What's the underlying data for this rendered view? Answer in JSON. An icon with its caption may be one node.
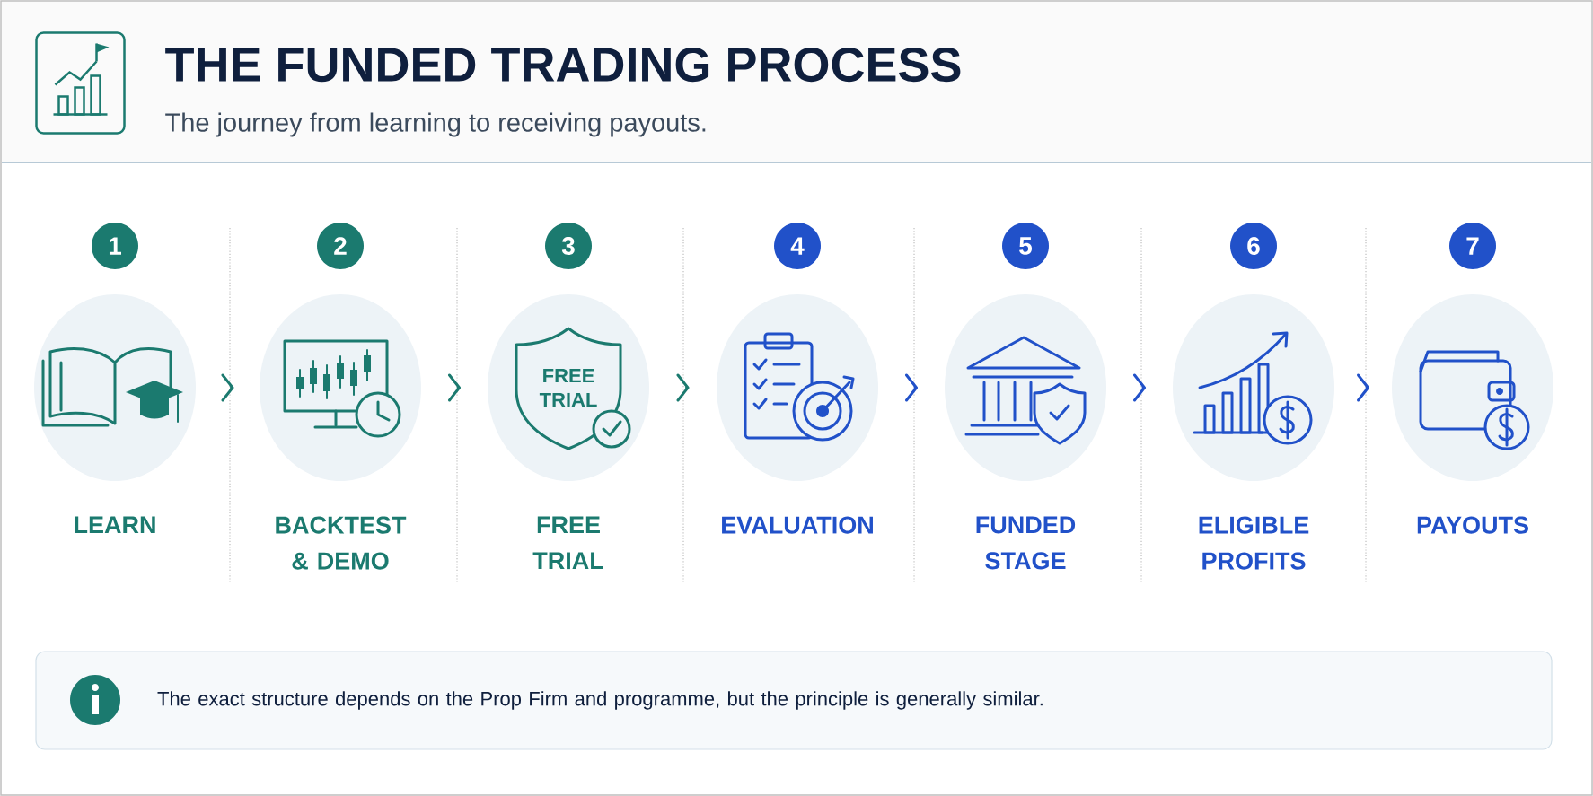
{
  "diagram": {
    "title": "THE FUNDED TRADING PROCESS",
    "caption": "The journey from learning to receiving payouts.",
    "nodes": [
      {
        "text": [],
        "shape": "circle",
        "beside": [
          "1",
          "LEARN"
        ]
      },
      {
        "text": [],
        "shape": "circle",
        "beside": [
          "2",
          "BACKTEST & DEMO"
        ]
      },
      {
        "text": [
          "FREE TRIAL"
        ],
        "beside": [
          "3",
          "FREE TRIAL"
        ]
      },
      {
        "text": [],
        "shape": "circle",
        "beside": [
          "4",
          "EVALUATION"
        ]
      },
      {
        "text": [],
        "shape": "circle",
        "beside": [
          "5",
          "FUNDED STAGE"
        ]
      },
      {
        "text": [],
        "shape": "circle",
        "beside": [
          "6",
          "ELIGIBLE PROFITS"
        ]
      },
      {
        "text": [],
        "shape": "circle",
        "beside": [
          "7",
          "PAYOUTS"
        ]
      },
      {
        "text": [
          "The exact structure depends on the Prop Firm and programme, but the principle is generally similar."
        ]
      }
    ],
    "edges": [
      {
        "from": 0,
        "to": 1,
        "arrow": "to"
      },
      {
        "from": 1,
        "to": 2,
        "arrow": "to"
      },
      {
        "from": 2,
        "to": 3,
        "arrow": "to"
      },
      {
        "from": 3,
        "to": 4,
        "arrow": "to"
      },
      {
        "from": 4,
        "to": 5,
        "arrow": "to"
      },
      {
        "from": 5,
        "to": 6,
        "arrow": "to"
      }
    ]
  }
}
